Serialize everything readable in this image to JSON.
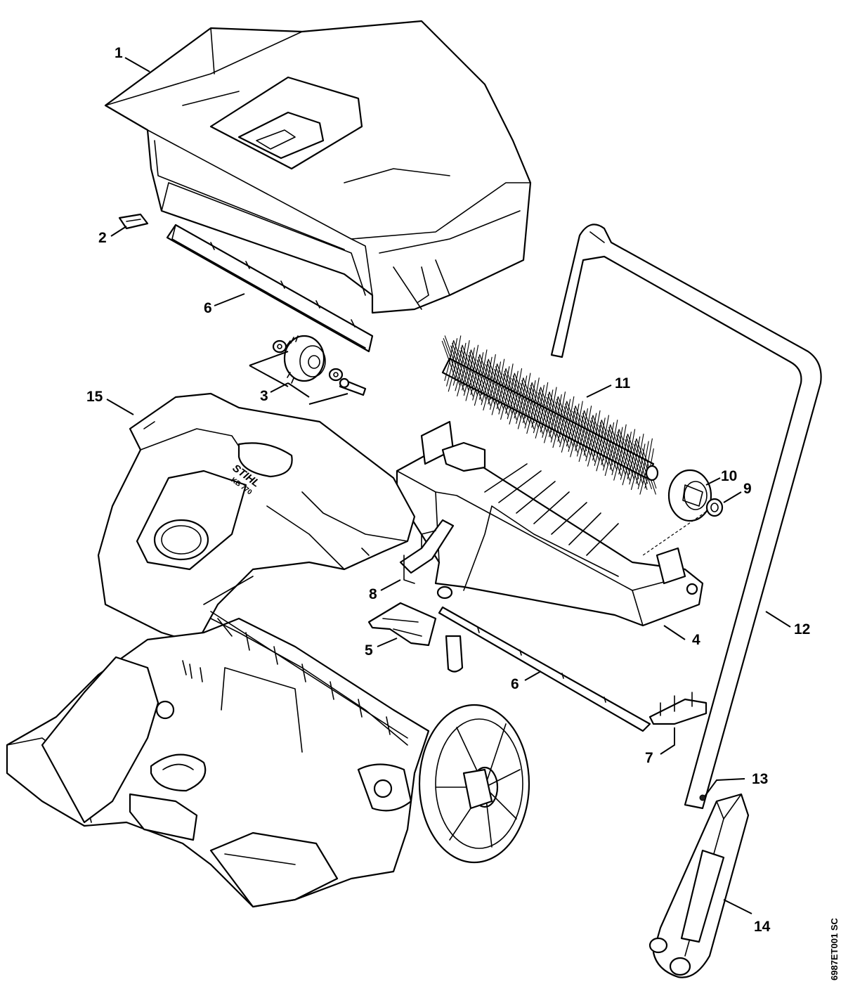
{
  "diagram": {
    "drawing_code": "6987ET001 SC",
    "logo_text": "STIHL",
    "model_text": "KB 770",
    "callouts": [
      {
        "key": "p1",
        "label": "1"
      },
      {
        "key": "p2",
        "label": "2"
      },
      {
        "key": "p3",
        "label": "3"
      },
      {
        "key": "p4",
        "label": "4"
      },
      {
        "key": "p5",
        "label": "5"
      },
      {
        "key": "p6a",
        "label": "6"
      },
      {
        "key": "p6b",
        "label": "6"
      },
      {
        "key": "p7",
        "label": "7"
      },
      {
        "key": "p8",
        "label": "8"
      },
      {
        "key": "p9",
        "label": "9"
      },
      {
        "key": "p10",
        "label": "10"
      },
      {
        "key": "p11",
        "label": "11"
      },
      {
        "key": "p12",
        "label": "12"
      },
      {
        "key": "p13",
        "label": "13"
      },
      {
        "key": "p14",
        "label": "14"
      },
      {
        "key": "p15",
        "label": "15"
      }
    ]
  }
}
